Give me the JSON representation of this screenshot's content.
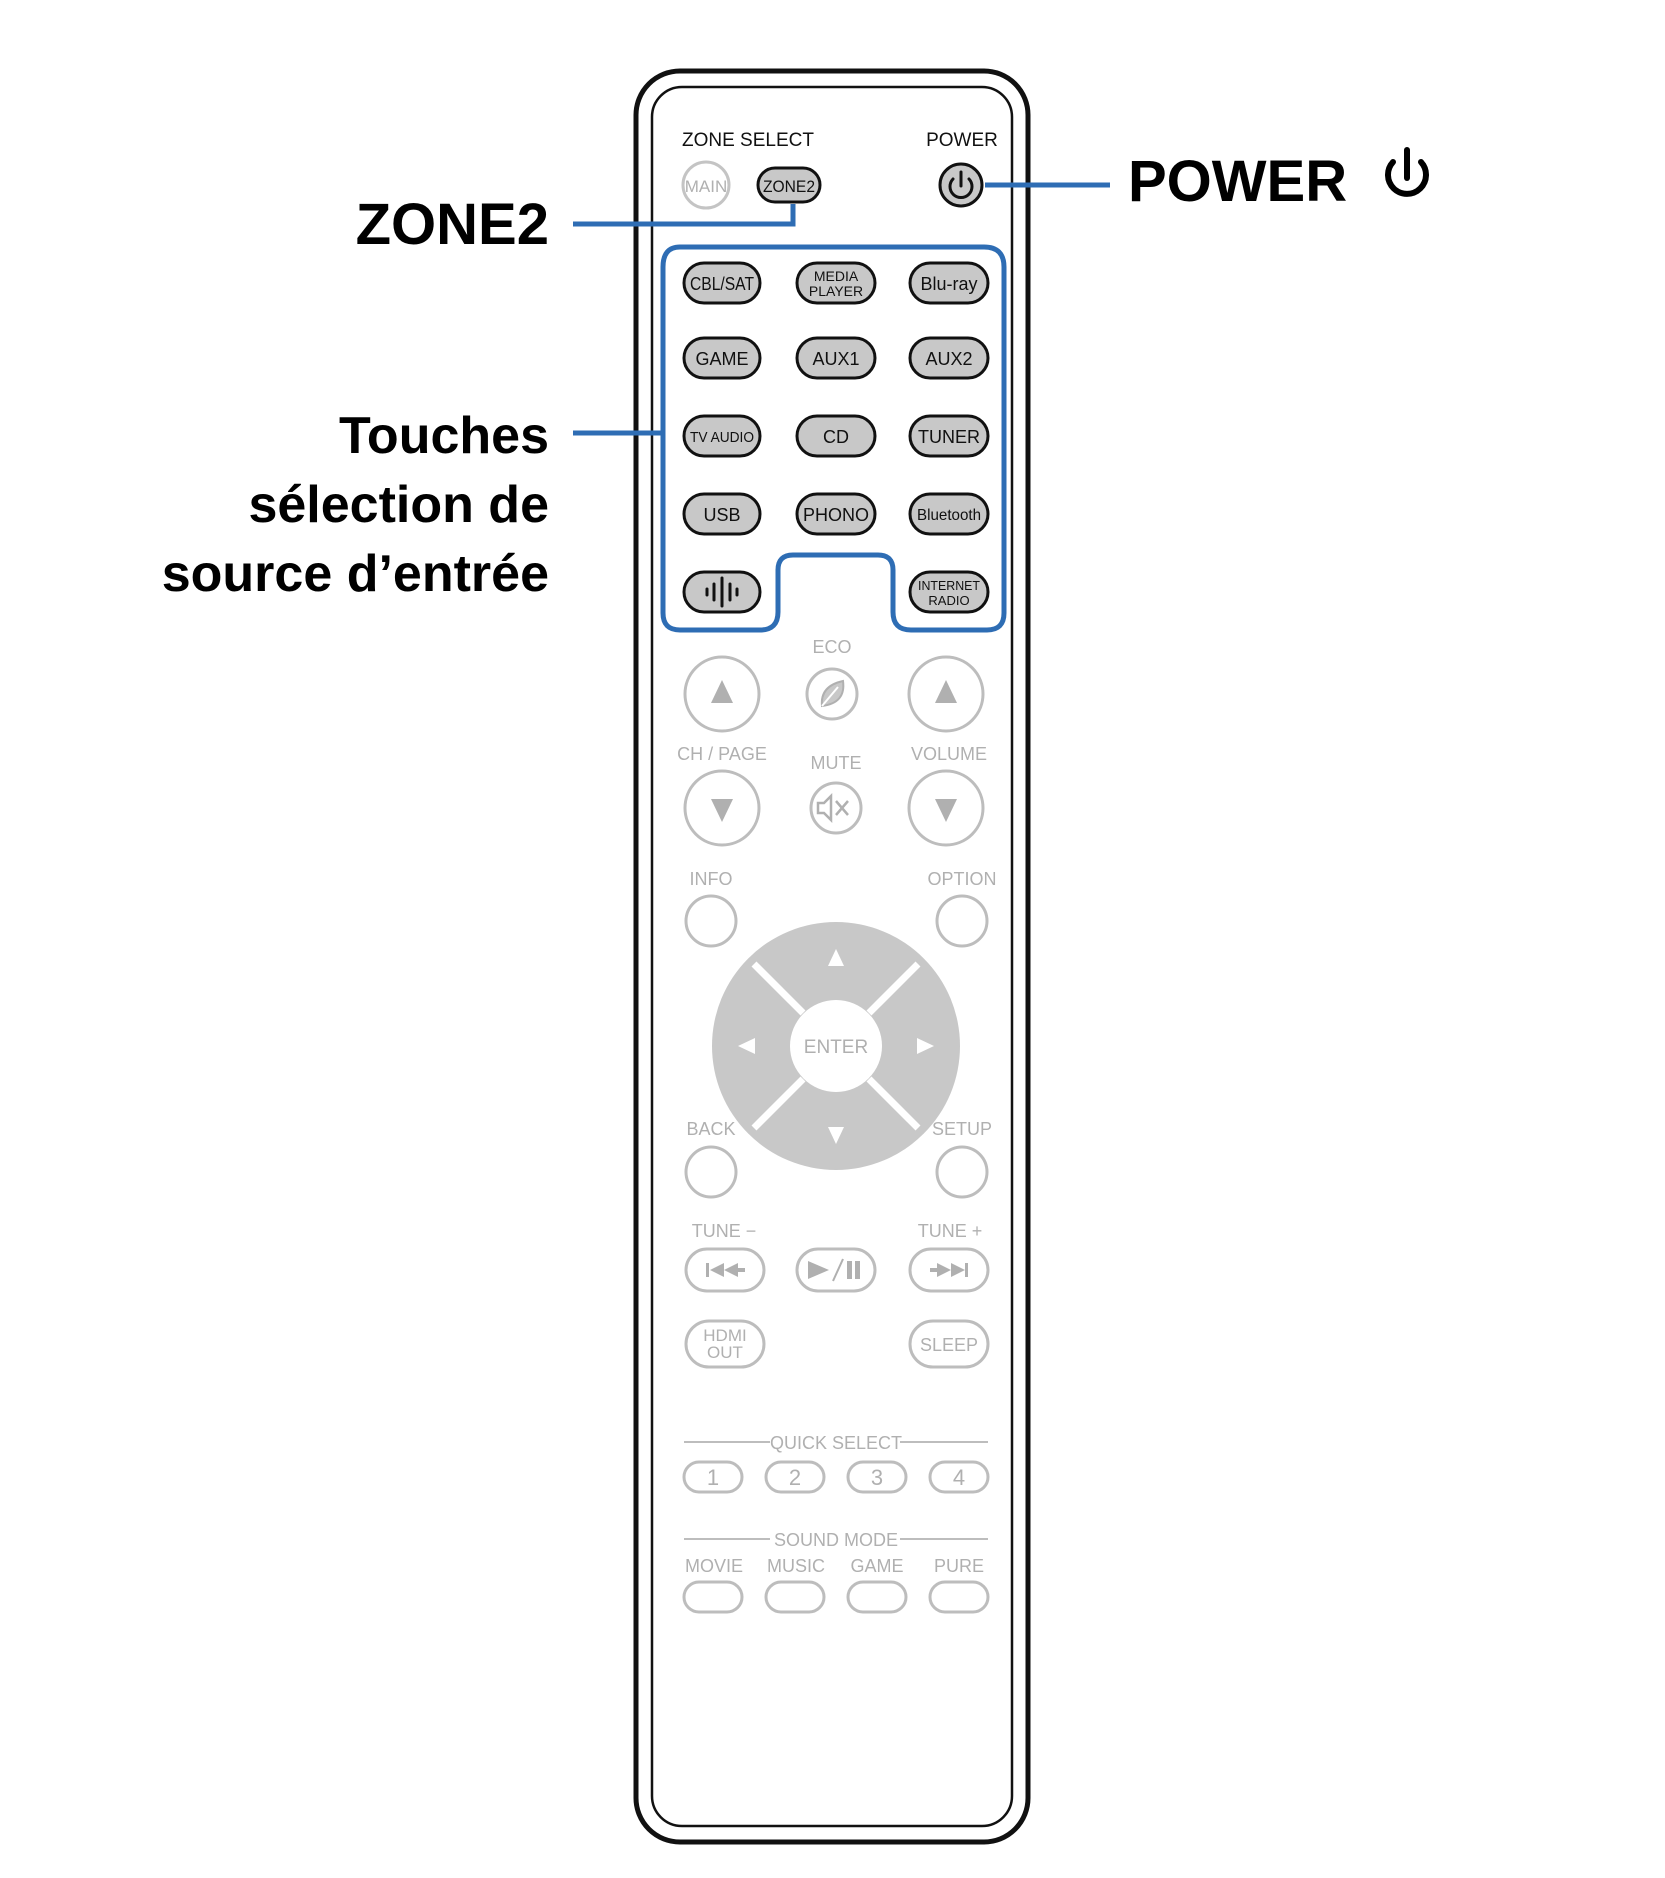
{
  "callouts": {
    "zone2": "ZONE2",
    "power": "POWER",
    "power_icon": "power-icon",
    "inputs_line1": "Touches",
    "inputs_line2": "sélection de",
    "inputs_line3": "source d’entrée"
  },
  "remote": {
    "zone_select_label": "ZONE SELECT",
    "power_label": "POWER",
    "main_button": "MAIN",
    "zone2_button": "ZONE2",
    "inputs": {
      "cbl_sat": "CBL/SAT",
      "media_player_1": "MEDIA",
      "media_player_2": "PLAYER",
      "bluray": "Blu-ray",
      "game": "GAME",
      "aux1": "AUX1",
      "aux2": "AUX2",
      "tv_audio": "TV AUDIO",
      "cd": "CD",
      "tuner": "TUNER",
      "usb": "USB",
      "phono": "PHONO",
      "bluetooth": "Bluetooth",
      "heos_icon": "heos-icon",
      "internet_radio_1": "INTERNET",
      "internet_radio_2": "RADIO"
    },
    "eco": "ECO",
    "ch_page": "CH / PAGE",
    "mute": "MUTE",
    "volume": "VOLUME",
    "info": "INFO",
    "option": "OPTION",
    "enter": "ENTER",
    "back": "BACK",
    "setup": "SETUP",
    "tune_minus": "TUNE −",
    "tune_plus": "TUNE +",
    "hdmi_out_1": "HDMI",
    "hdmi_out_2": "OUT",
    "sleep": "SLEEP",
    "quick_select": "QUICK SELECT",
    "quick_select_buttons": [
      "1",
      "2",
      "3",
      "4"
    ],
    "sound_mode": "SOUND MODE",
    "sound_modes": [
      "MOVIE",
      "MUSIC",
      "GAME",
      "PURE"
    ]
  },
  "colors": {
    "highlight": "#2e6db4",
    "active_button_fill": "#c8c8c8",
    "inactive": "#b0b0b0"
  }
}
